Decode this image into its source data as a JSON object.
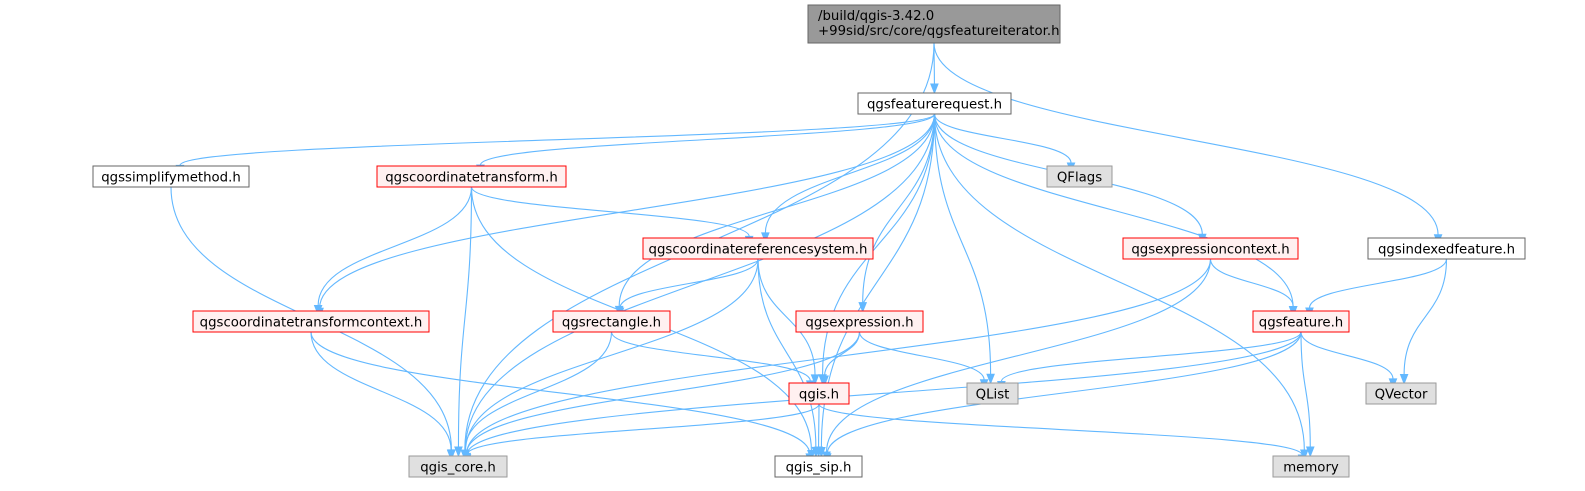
{
  "colors": {
    "edge": "#63b8ff",
    "focus_fill": "#999999",
    "focus_border": "#666666",
    "normal_fill": "#ffffff",
    "normal_border": "#666666",
    "external_fill": "#e0e0e0",
    "external_border": "#999999",
    "truncated_fill": "#fff0f0",
    "truncated_border": "#ff0000"
  },
  "nodes": [
    {
      "id": "root",
      "kind": "focus",
      "lines": [
        "/build/qgis-3.42.0",
        "+99sid/src/core/qgsfeatureiterator.h"
      ]
    },
    {
      "id": "featurerequest",
      "kind": "normal",
      "lines": [
        "qgsfeaturerequest.h"
      ]
    },
    {
      "id": "simplifymethod",
      "kind": "normal",
      "lines": [
        "qgssimplifymethod.h"
      ]
    },
    {
      "id": "coordinatetransform",
      "kind": "truncated",
      "lines": [
        "qgscoordinatetransform.h"
      ]
    },
    {
      "id": "qflags",
      "kind": "external",
      "lines": [
        "QFlags"
      ]
    },
    {
      "id": "crs",
      "kind": "truncated",
      "lines": [
        "qgscoordinatereferencesystem.h"
      ]
    },
    {
      "id": "expressioncontext",
      "kind": "truncated",
      "lines": [
        "qgsexpressioncontext.h"
      ]
    },
    {
      "id": "indexedfeature",
      "kind": "normal",
      "lines": [
        "qgsindexedfeature.h"
      ]
    },
    {
      "id": "transformcontext",
      "kind": "truncated",
      "lines": [
        "qgscoordinatetransformcontext.h"
      ]
    },
    {
      "id": "rectangle",
      "kind": "truncated",
      "lines": [
        "qgsrectangle.h"
      ]
    },
    {
      "id": "expression",
      "kind": "truncated",
      "lines": [
        "qgsexpression.h"
      ]
    },
    {
      "id": "feature",
      "kind": "truncated",
      "lines": [
        "qgsfeature.h"
      ]
    },
    {
      "id": "qgis",
      "kind": "truncated",
      "lines": [
        "qgis.h"
      ]
    },
    {
      "id": "qlist",
      "kind": "external",
      "lines": [
        "QList"
      ]
    },
    {
      "id": "qvector",
      "kind": "external",
      "lines": [
        "QVector"
      ]
    },
    {
      "id": "qgiscore",
      "kind": "external",
      "lines": [
        "qgis_core.h"
      ]
    },
    {
      "id": "qgissip",
      "kind": "normal",
      "lines": [
        "qgis_sip.h"
      ]
    },
    {
      "id": "memory",
      "kind": "external",
      "lines": [
        "memory"
      ]
    }
  ],
  "edges": [
    [
      "root",
      "featurerequest"
    ],
    [
      "root",
      "indexedfeature"
    ],
    [
      "root",
      "qgiscore"
    ],
    [
      "featurerequest",
      "qgiscore"
    ],
    [
      "featurerequest",
      "simplifymethod"
    ],
    [
      "featurerequest",
      "coordinatetransform"
    ],
    [
      "featurerequest",
      "transformcontext"
    ],
    [
      "featurerequest",
      "rectangle"
    ],
    [
      "featurerequest",
      "crs"
    ],
    [
      "featurerequest",
      "expression"
    ],
    [
      "featurerequest",
      "qgis"
    ],
    [
      "featurerequest",
      "qlist"
    ],
    [
      "featurerequest",
      "qflags"
    ],
    [
      "featurerequest",
      "qgissip"
    ],
    [
      "featurerequest",
      "expressioncontext"
    ],
    [
      "featurerequest",
      "feature"
    ],
    [
      "featurerequest",
      "memory"
    ],
    [
      "simplifymethod",
      "qgiscore"
    ],
    [
      "coordinatetransform",
      "qgiscore"
    ],
    [
      "coordinatetransform",
      "transformcontext"
    ],
    [
      "coordinatetransform",
      "crs"
    ],
    [
      "coordinatetransform",
      "qgissip"
    ],
    [
      "crs",
      "qgiscore"
    ],
    [
      "crs",
      "rectangle"
    ],
    [
      "crs",
      "qgis"
    ],
    [
      "crs",
      "qgissip"
    ],
    [
      "transformcontext",
      "qgiscore"
    ],
    [
      "transformcontext",
      "qgissip"
    ],
    [
      "rectangle",
      "qgiscore"
    ],
    [
      "rectangle",
      "qgis"
    ],
    [
      "expression",
      "qgiscore"
    ],
    [
      "expression",
      "qgis"
    ],
    [
      "expression",
      "qlist"
    ],
    [
      "expressioncontext",
      "qgiscore"
    ],
    [
      "expressioncontext",
      "qgissip"
    ],
    [
      "expressioncontext",
      "feature"
    ],
    [
      "indexedfeature",
      "feature"
    ],
    [
      "indexedfeature",
      "qvector"
    ],
    [
      "feature",
      "qlist"
    ],
    [
      "feature",
      "qvector"
    ],
    [
      "feature",
      "memory"
    ],
    [
      "feature",
      "qgiscore"
    ],
    [
      "feature",
      "qgissip"
    ],
    [
      "qgis",
      "qgiscore"
    ],
    [
      "qgis",
      "qgissip"
    ],
    [
      "qgis",
      "memory"
    ]
  ]
}
